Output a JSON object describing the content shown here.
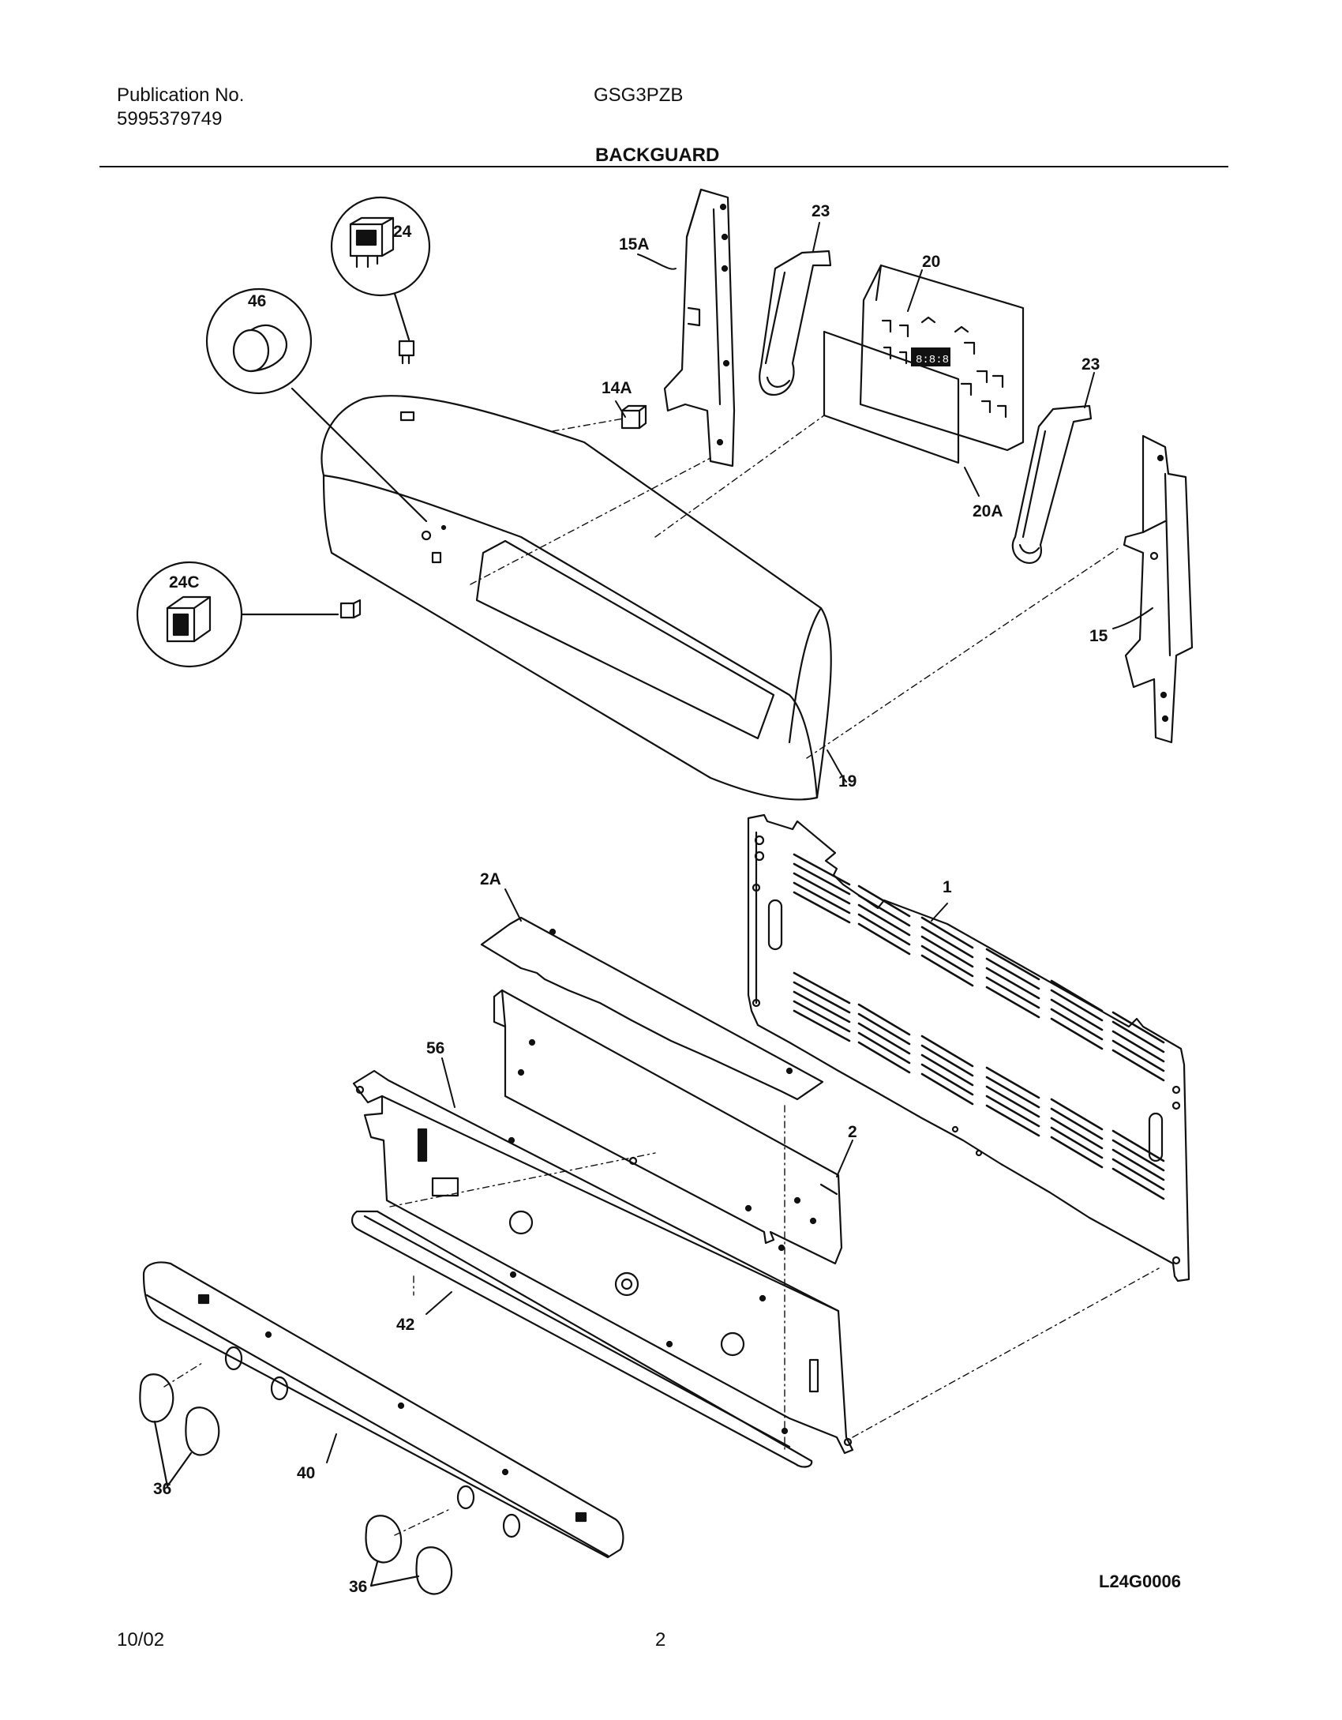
{
  "header": {
    "publication_label": "Publication No.",
    "publication_number": "5995379749",
    "model": "GSG3PZB",
    "section_title": "BACKGUARD"
  },
  "callouts": {
    "p24": "24",
    "p46": "46",
    "p24c": "24C",
    "p15a": "15A",
    "p14a": "14A",
    "p23a": "23",
    "p23b": "23",
    "p20": "20",
    "p20a": "20A",
    "p15": "15",
    "p19": "19",
    "p1": "1",
    "p2a": "2A",
    "p56": "56",
    "p2": "2",
    "p42": "42",
    "p40": "40",
    "p36a": "36",
    "p36b": "36"
  },
  "footer": {
    "drawing_code": "L24G0006",
    "date": "10/02",
    "page_number": "2"
  }
}
